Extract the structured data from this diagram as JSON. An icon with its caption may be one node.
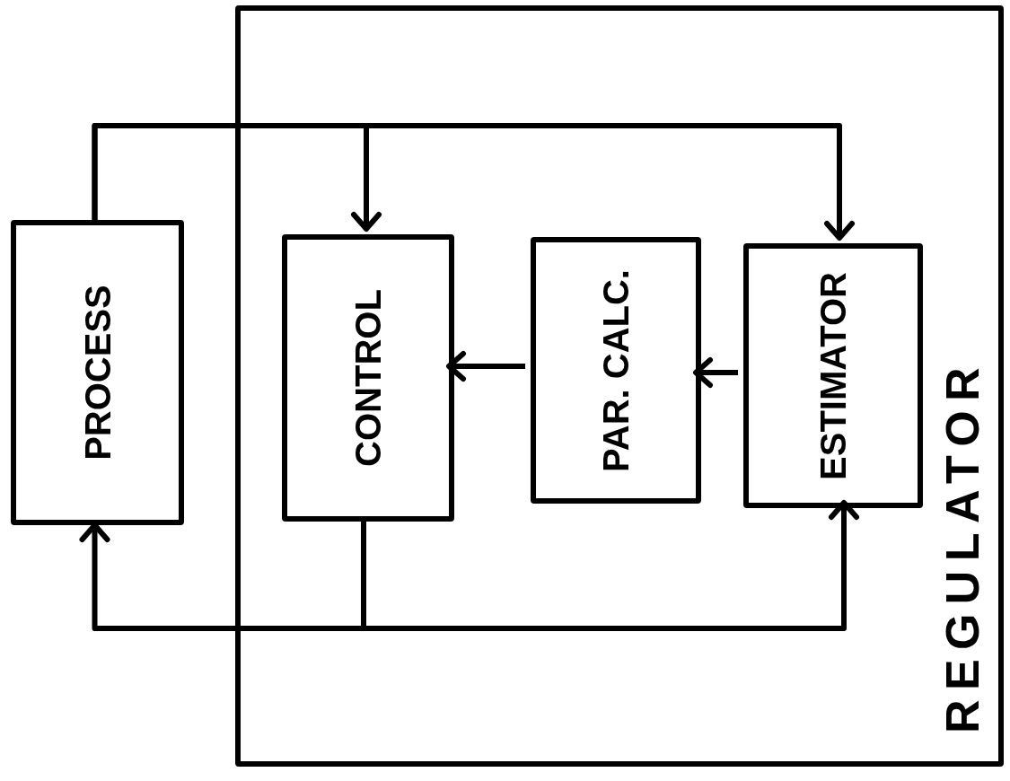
{
  "diagram": {
    "nodes": [
      {
        "text": [
          "REGULATOR"
        ]
      },
      {
        "text": [
          "PROCESS"
        ]
      },
      {
        "text": [
          "CONTROL"
        ],
        "in": 0
      },
      {
        "text": [
          "PAR. CALC."
        ],
        "in": 0
      },
      {
        "text": [
          "ESTIMATOR"
        ],
        "in": 0
      }
    ],
    "edges": [
      {
        "from": 1,
        "to": 2,
        "arrow": "to"
      },
      {
        "from": 1,
        "to": 4,
        "arrow": "to"
      },
      {
        "from": 4,
        "to": 3,
        "arrow": "to"
      },
      {
        "from": 3,
        "to": 2,
        "arrow": "to"
      },
      {
        "from": 2,
        "to": 1,
        "arrow": "to"
      },
      {
        "from": 2,
        "to": 4,
        "arrow": "to"
      }
    ]
  }
}
